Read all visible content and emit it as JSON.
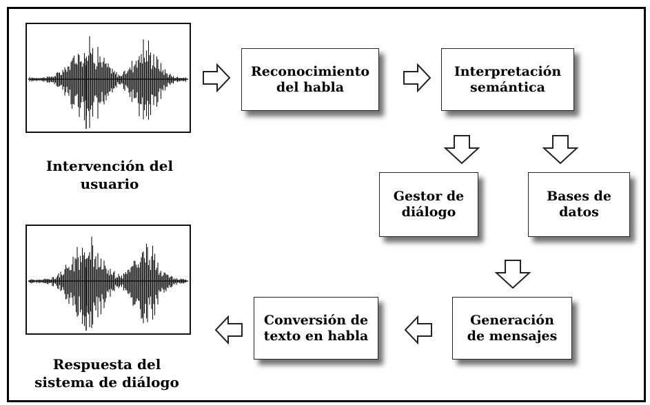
{
  "captions": {
    "user_input": [
      "Intervención del",
      "usuario"
    ],
    "system_response": [
      "Respuesta del",
      "sistema de diálogo"
    ]
  },
  "boxes": {
    "speech_recognition": [
      "Reconocimiento",
      "del habla"
    ],
    "semantic_interpretation": [
      "Interpretación",
      "semántica"
    ],
    "dialog_manager": [
      "Gestor de",
      "diálogo"
    ],
    "databases": [
      "Bases de",
      "datos"
    ],
    "message_generation": [
      "Generación",
      "de mensajes"
    ],
    "text_to_speech": [
      "Conversión de",
      "texto en habla"
    ]
  },
  "arrows": {
    "input_to_recognition": "right",
    "recognition_to_interpretation": "right",
    "interpretation_to_dialog": "down",
    "interpretation_to_databases": "down",
    "databases_to_generation": "down",
    "generation_to_conversion": "left",
    "conversion_to_response": "left"
  },
  "icons": {
    "input_waveform": "audio-waveform-icon",
    "output_waveform": "audio-waveform-icon"
  }
}
